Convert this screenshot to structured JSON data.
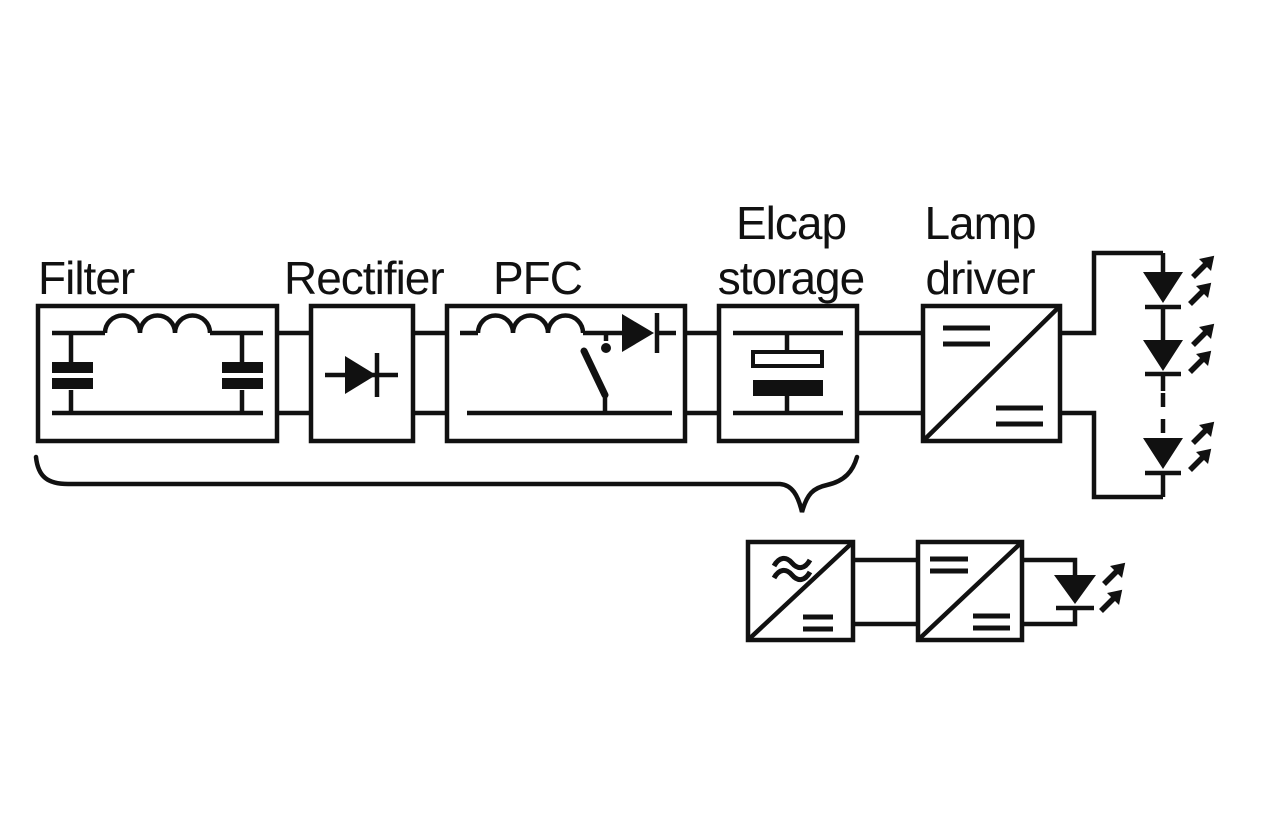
{
  "colors": {
    "line": "#111111",
    "background": "#ffffff"
  },
  "blocks": {
    "filter": "Filter",
    "rectifier": "Rectifier",
    "pfc": "PFC",
    "elcap_storage": "Elcap\nstorage",
    "lamp_driver": "Lamp\ndriver"
  }
}
